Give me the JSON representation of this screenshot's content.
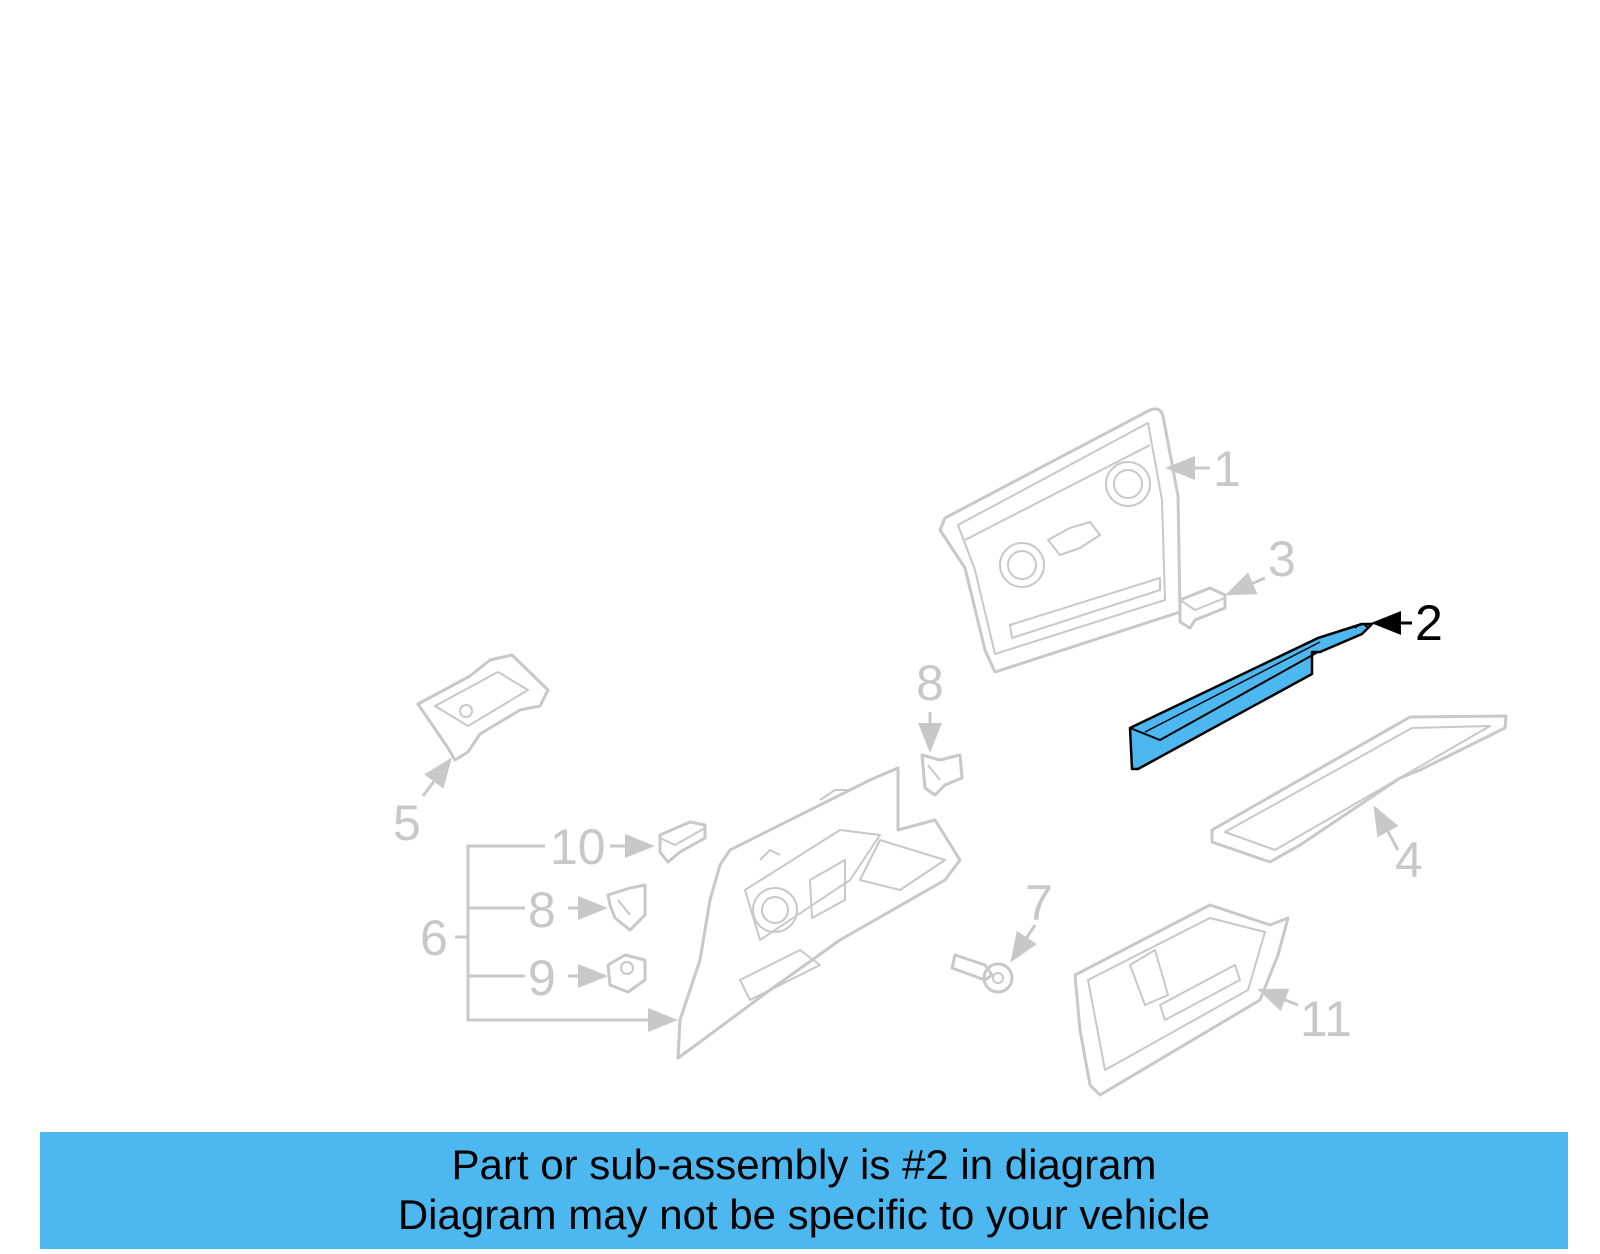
{
  "highlight_color": "#4db8f0",
  "callouts": {
    "c1": "1",
    "c2": "2",
    "c3": "3",
    "c4": "4",
    "c5": "5",
    "c6": "6",
    "c7": "7",
    "c8_top": "8",
    "c8_group": "8",
    "c9": "9",
    "c10": "10",
    "c11": "11"
  },
  "highlighted_part": "2",
  "banner": {
    "line1": "Part or sub-assembly is #2 in diagram",
    "line2": "Diagram may not be specific to your vehicle"
  }
}
